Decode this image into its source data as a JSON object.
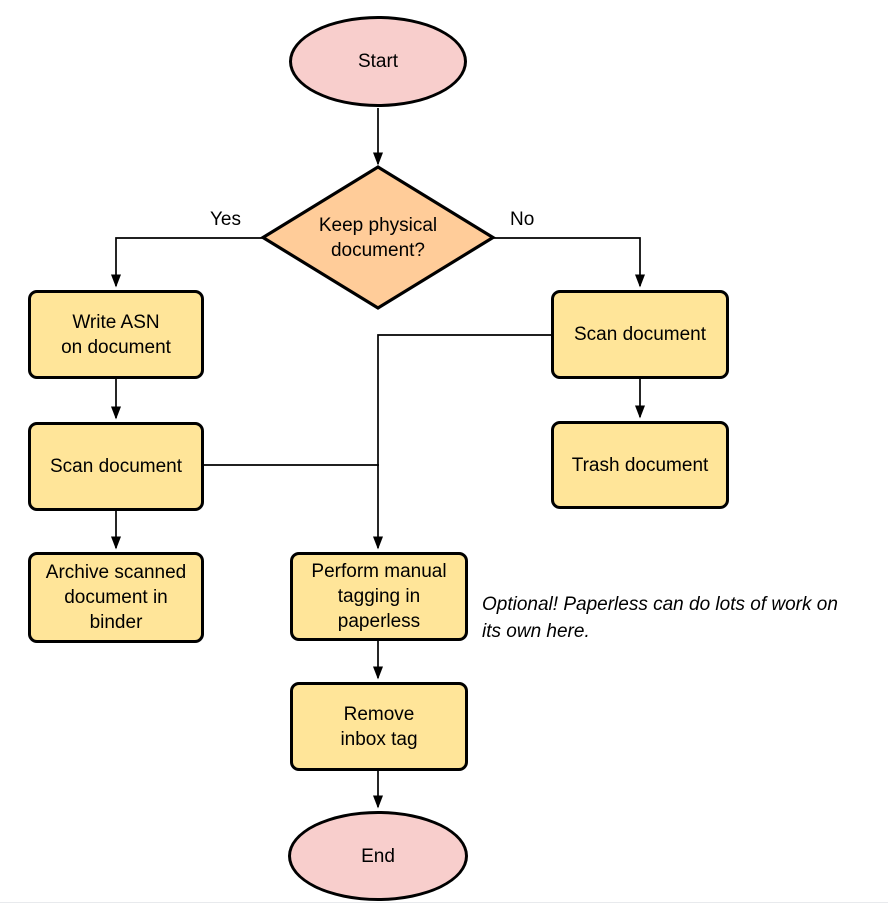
{
  "diagram": {
    "nodes": {
      "start": {
        "type": "terminator",
        "label": "Start"
      },
      "decision": {
        "type": "decision",
        "label": "Keep physical\ndocument?"
      },
      "write_asn": {
        "type": "process",
        "label": "Write ASN\non document"
      },
      "scan_left": {
        "type": "process",
        "label": "Scan document"
      },
      "archive": {
        "type": "process",
        "label": "Archive scanned\ndocument in\nbinder"
      },
      "scan_right": {
        "type": "process",
        "label": "Scan document"
      },
      "trash": {
        "type": "process",
        "label": "Trash document"
      },
      "tagging": {
        "type": "process",
        "label": "Perform manual\ntagging in\npaperless"
      },
      "remove_inbox": {
        "type": "process",
        "label": "Remove\ninbox tag"
      },
      "end": {
        "type": "terminator",
        "label": "End"
      }
    },
    "edges": [
      {
        "from": "start",
        "to": "decision",
        "label": ""
      },
      {
        "from": "decision",
        "to": "write_asn",
        "label": "Yes"
      },
      {
        "from": "decision",
        "to": "scan_right",
        "label": "No"
      },
      {
        "from": "write_asn",
        "to": "scan_left",
        "label": ""
      },
      {
        "from": "scan_left",
        "to": "archive",
        "label": ""
      },
      {
        "from": "scan_left",
        "to": "tagging",
        "label": ""
      },
      {
        "from": "scan_right",
        "to": "trash",
        "label": ""
      },
      {
        "from": "scan_right",
        "to": "tagging",
        "label": ""
      },
      {
        "from": "tagging",
        "to": "remove_inbox",
        "label": ""
      },
      {
        "from": "remove_inbox",
        "to": "end",
        "label": ""
      }
    ],
    "note": {
      "text": "Optional! Paperless can do lots of work on\nits own here."
    },
    "colors": {
      "terminator_fill": "#F8CECC",
      "decision_fill": "#FFCC99",
      "process_fill": "#FFE599",
      "stroke": "#000000",
      "background": "#FFFFFF"
    }
  }
}
